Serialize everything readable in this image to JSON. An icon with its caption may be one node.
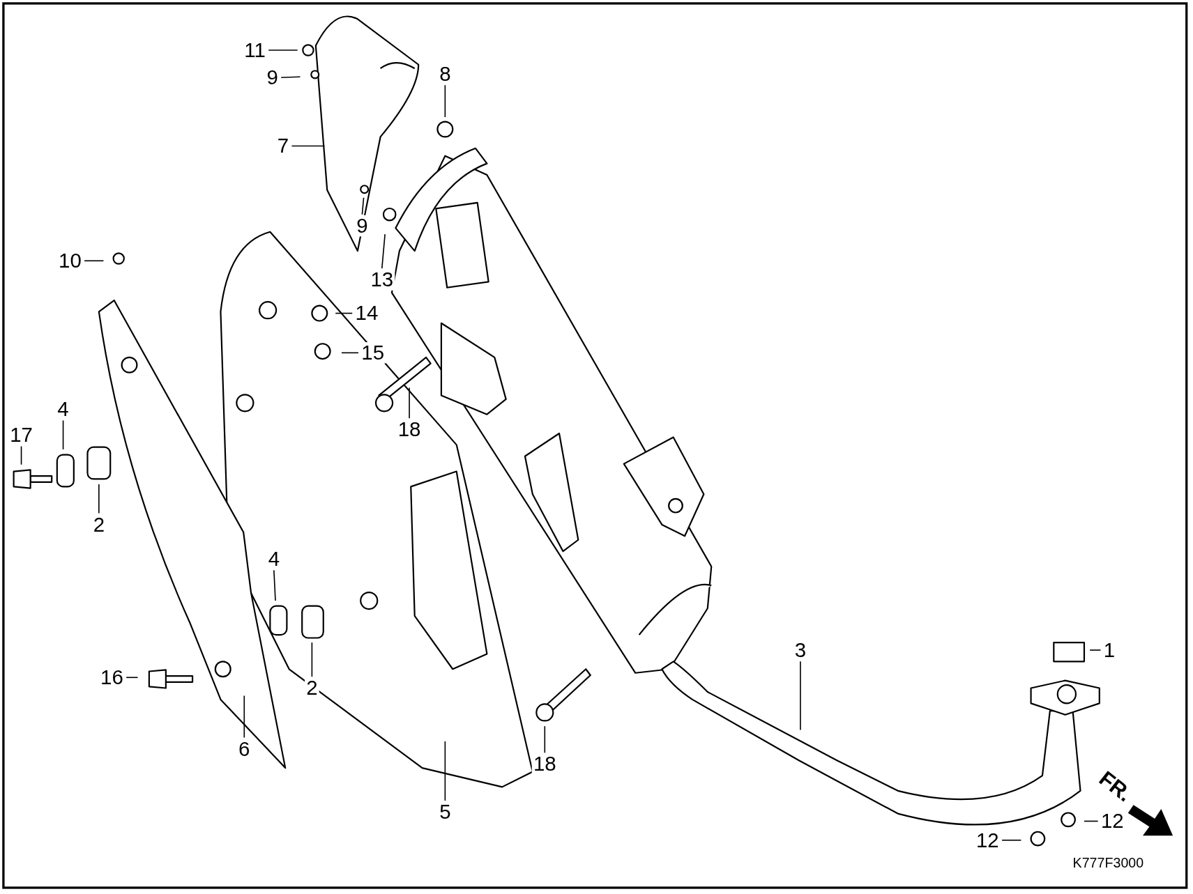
{
  "diagram": {
    "nodes": [
      {
        "text": [
          "11"
        ]
      },
      {
        "text": [
          "8"
        ]
      },
      {
        "text": [
          "9"
        ]
      },
      {
        "text": [
          "7"
        ]
      },
      {
        "text": [
          "9"
        ]
      },
      {
        "text": [
          "10"
        ]
      },
      {
        "text": [
          "13"
        ]
      },
      {
        "text": [
          "14"
        ]
      },
      {
        "text": [
          "15"
        ]
      },
      {
        "text": [
          "4"
        ]
      },
      {
        "text": [
          "18"
        ]
      },
      {
        "text": [
          "17"
        ]
      },
      {
        "text": [
          "2"
        ]
      },
      {
        "text": [
          "4"
        ]
      },
      {
        "text": [
          "3"
        ]
      },
      {
        "text": [
          "1"
        ]
      },
      {
        "text": [
          "16"
        ]
      },
      {
        "text": [
          "2"
        ]
      },
      {
        "text": [
          "6"
        ]
      },
      {
        "text": [
          "18"
        ]
      },
      {
        "text": [
          "5"
        ]
      },
      {
        "text": [
          "12"
        ]
      },
      {
        "text": [
          "12"
        ]
      }
    ],
    "edges": [
      {
        "from": 0,
        "to": null,
        "arrow": "none"
      },
      {
        "from": 1,
        "to": null,
        "arrow": "none"
      },
      {
        "from": 2,
        "to": null,
        "arrow": "none"
      },
      {
        "from": 3,
        "to": null,
        "arrow": "none"
      },
      {
        "from": 4,
        "to": null,
        "arrow": "none"
      },
      {
        "from": 5,
        "to": null,
        "arrow": "none"
      },
      {
        "from": 6,
        "to": null,
        "arrow": "none"
      },
      {
        "from": 7,
        "to": null,
        "arrow": "none"
      },
      {
        "from": 8,
        "to": null,
        "arrow": "none"
      },
      {
        "from": 9,
        "to": null,
        "arrow": "none"
      },
      {
        "from": 10,
        "to": null,
        "arrow": "none"
      },
      {
        "from": 11,
        "to": null,
        "arrow": "none"
      },
      {
        "from": 12,
        "to": null,
        "arrow": "none"
      },
      {
        "from": 13,
        "to": null,
        "arrow": "none"
      },
      {
        "from": 14,
        "to": null,
        "arrow": "none"
      },
      {
        "from": 15,
        "to": null,
        "arrow": "none"
      },
      {
        "from": 16,
        "to": null,
        "arrow": "none"
      },
      {
        "from": 17,
        "to": null,
        "arrow": "none"
      },
      {
        "from": 18,
        "to": null,
        "arrow": "none"
      },
      {
        "from": 19,
        "to": null,
        "arrow": "none"
      },
      {
        "from": 20,
        "to": null,
        "arrow": "none"
      },
      {
        "from": 21,
        "to": null,
        "arrow": "none"
      },
      {
        "from": 22,
        "to": null,
        "arrow": "none"
      }
    ],
    "labels": [
      "FR.",
      "K777F3000"
    ]
  }
}
